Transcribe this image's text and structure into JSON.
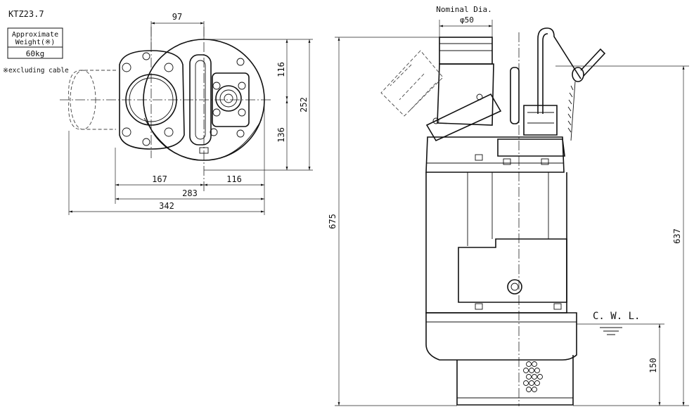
{
  "info_box": {
    "model": "KTZ23.7",
    "weight_label_line1": "Approximate",
    "weight_label_line2": "Weight(※)",
    "weight_value": "60kg",
    "footnote": "※excluding cable"
  },
  "top_view": {
    "dim_top": "97",
    "dim_right_upper": "116",
    "dim_right_lower": "136",
    "dim_right_total": "252",
    "dim_bottom_left": "167",
    "dim_bottom_right": "116",
    "dim_bottom_mid": "283",
    "dim_bottom_total": "342"
  },
  "side_view": {
    "nominal_label": "Nominal Dia.",
    "nominal_value": "φ50",
    "dim_total_height": "675",
    "dim_handle_height": "637",
    "cwl_label": "C. W. L.",
    "dim_cwl": "150"
  }
}
